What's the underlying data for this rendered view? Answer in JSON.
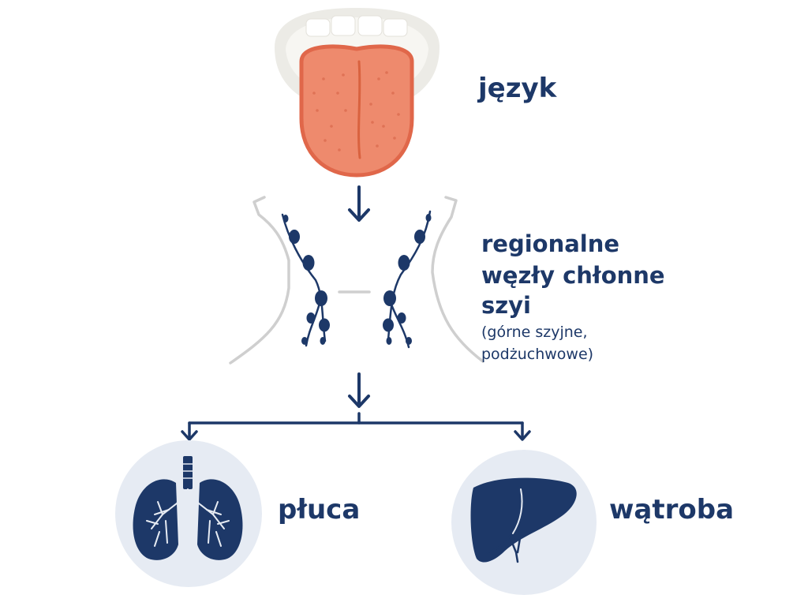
{
  "labels": {
    "tongue": "język",
    "nodes_line1": "regionalne",
    "nodes_line2": "węzły chłonne",
    "nodes_line3": "szyi",
    "nodes_detail_line1": "(górne szyjne,",
    "nodes_detail_line2": "podżuchwowe)",
    "lungs": "płuca",
    "liver": "wątroba"
  },
  "colors": {
    "navy": "#1d3868",
    "tongue": "#ee8a6d",
    "tongue_edge": "#e0674a",
    "circle_bg": "#e6ebf3",
    "neck_outline": "#cfcfcf",
    "teeth": "#ffffff",
    "mouth": "#ecebe6"
  }
}
